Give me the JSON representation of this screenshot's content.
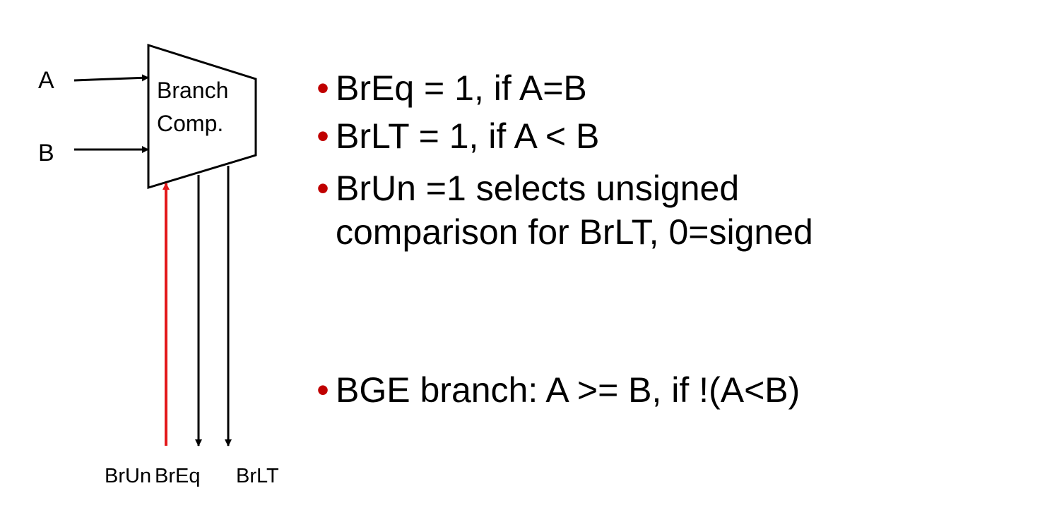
{
  "colors": {
    "text": "#000000",
    "accent_red": "#e3191b",
    "bullet": "#c00000",
    "background": "#ffffff"
  },
  "diagram": {
    "block_label_line1": "Branch",
    "block_label_line2": "Comp.",
    "input_a": "A",
    "input_b": "B",
    "output_labels": [
      "BrUn",
      "BrEq",
      "BrLT"
    ]
  },
  "bullets": [
    {
      "marker": "•",
      "text": "BrEq = 1, if A=B"
    },
    {
      "marker": "•",
      "text": "BrLT = 1, if A < B"
    },
    {
      "marker": "•",
      "text": "BrUn =1 selects unsigned",
      "text_line2": "comparison for BrLT, 0=signed"
    },
    {
      "marker": "•",
      "text": "BGE branch: A >= B, if  !(A<B)"
    }
  ]
}
